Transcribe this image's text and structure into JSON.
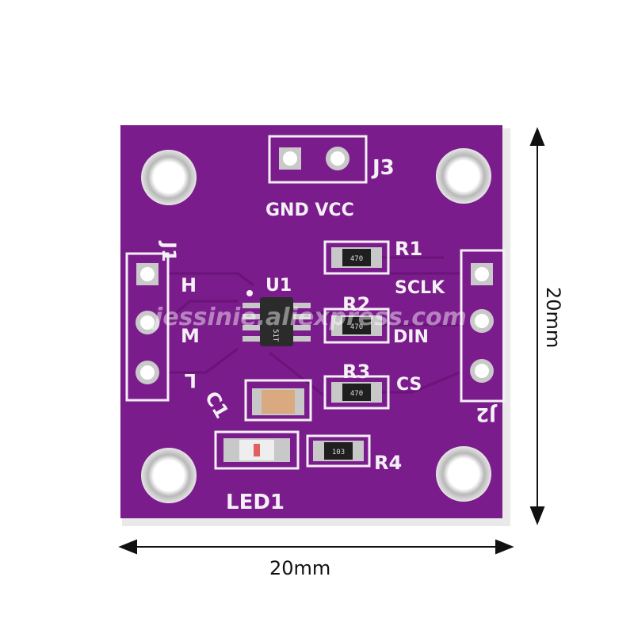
{
  "board": {
    "color": "#7b1c8c",
    "labels": {
      "j3": "J3",
      "gnd_vcc": "GND VCC",
      "j1": "J1",
      "j2": "J2",
      "h": "H",
      "m": "M",
      "l": "L",
      "u1": "U1",
      "r1": "R1",
      "r2": "R2",
      "r3": "R3",
      "r4": "R4",
      "c1": "C1",
      "led1": "LED1",
      "sclk": "SCLK",
      "din": "DIN",
      "cs": "CS"
    },
    "resistor_codes": {
      "r1": "470",
      "r2": "470",
      "r3": "470",
      "r4": "103"
    },
    "chip_marking": "51T"
  },
  "dimensions": {
    "width": "20mm",
    "height": "20mm"
  },
  "watermark": "jessinie.aliexpress.com"
}
